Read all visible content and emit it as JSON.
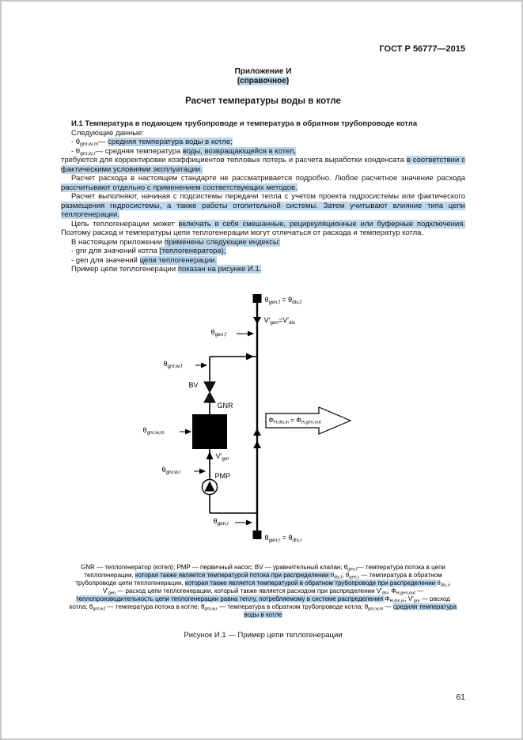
{
  "page": {
    "doc_number": "ГОСТ Р 56777—2015",
    "page_number": "61"
  },
  "appendix": {
    "label": "Приложение И",
    "type_segs": [
      {
        "t": "(справочное)",
        "h": true
      }
    ],
    "title": "Расчет температуры воды в котле"
  },
  "section": {
    "heading": "И.1 Температура в подающем трубопроводе и температура в обратном трубопроводе котла"
  },
  "body": {
    "paragraphs": [
      {
        "segs": [
          "Следующие данные:"
        ]
      },
      {
        "segs": [
          "- θ",
          {
            "t": "gnr,w,m",
            "k": "sub"
          },
          "— ",
          {
            "t": "средняя температура воды в котле;",
            "h": true
          }
        ]
      },
      {
        "segs": [
          "- θ",
          {
            "t": "gnr,w,r",
            "k": "sub"
          },
          "— средняя температура ",
          {
            "t": "воды, возвращающейся в котел,",
            "h": true
          }
        ]
      },
      {
        "segs": [
          "требуются для корректировки коэффициентов тепловых потерь и расчета выработки конденсата ",
          {
            "t": "в соответствии с фактическими условиями эксплуатации.",
            "h": true
          }
        ]
      },
      {
        "segs": [
          "Расчет расхода в настоящем стандарте не рассматривается подробно. Любое расчетное значение расхода ",
          {
            "t": "рассчитывают отдельно с применением соответствующих методов.",
            "h": true
          }
        ]
      },
      {
        "segs": [
          "Расчет выполняют, начиная с подсистемы передачи тепла с учетом проекта гидросистемы или фактического ",
          {
            "t": "размещения гидросистемы, а также работы отопительной системы. Затем учитывают влияние типа цепи теплогенерации.",
            "h": true
          }
        ]
      },
      {
        "segs": [
          "Цепь теплогенерации может ",
          {
            "t": "включать в себя смешанные, рециркуляционные или буферные подключения.",
            "h": true
          },
          " Поэтому расход и температуры цепи теплогенерации могут отличаться от расхода и температур котла."
        ]
      },
      {
        "segs": [
          "В настоящем приложении ",
          {
            "t": "применены следующие индексы:",
            "h": true
          }
        ]
      },
      {
        "segs": [
          "- gnr для значений котла ",
          {
            "t": "(теплогенератора);",
            "h": true
          }
        ]
      },
      {
        "segs": [
          "- gen для значений ",
          {
            "t": "цепи теплогенерации.",
            "h": true
          }
        ]
      },
      {
        "segs": [
          "Пример цепи теплогенерации ",
          {
            "t": "показан на рисунке И.1.",
            "h": true
          }
        ]
      }
    ]
  },
  "figure": {
    "labels": {
      "flow_top": [
        "θ",
        {
          "t": "gen,f",
          "k": "sub"
        },
        " = θ",
        {
          "t": "dis,f",
          "k": "sub"
        }
      ],
      "vgen": [
        "V′",
        {
          "t": "gen",
          "k": "sub"
        },
        "=V′",
        {
          "t": "dis",
          "k": "sub"
        }
      ],
      "gen_f": [
        "θ",
        {
          "t": "gen,f",
          "k": "sub"
        }
      ],
      "gnr_w_f": [
        "θ",
        {
          "t": "gnr,w,f",
          "k": "sub"
        }
      ],
      "bv": "BV",
      "gnr": "GNR",
      "gnr_w_m": [
        "θ",
        {
          "t": "gnr,w,m",
          "k": "sub"
        }
      ],
      "heat_flow": [
        "Φ",
        {
          "t": "H,dis,in",
          "k": "sub"
        },
        " = Φ",
        {
          "t": "H,gen,out",
          "k": "sub"
        }
      ],
      "vgnr": [
        "V′",
        {
          "t": "gnr",
          "k": "sub"
        }
      ],
      "gnr_w_r": [
        "θ",
        {
          "t": "gnr,w,r",
          "k": "sub"
        }
      ],
      "pmp": "PMP",
      "gen_r": [
        "θ",
        {
          "t": "gen,r",
          "k": "sub"
        }
      ],
      "return_bottom": [
        "θ",
        {
          "t": "gen,r",
          "k": "sub"
        },
        " = θ",
        {
          "t": "dis,r",
          "k": "sub"
        }
      ]
    },
    "caption_segs": [
      "GNR — теплогенератор (котел); PMP — первичный насос; BV — уравнительный клапан; θ",
      {
        "t": "gen,f",
        "k": "sub"
      },
      "— температура потока в цепи теплогенерации, ",
      {
        "t": "которая также является температурой потока при распределении ",
        "h": true
      },
      "θ",
      {
        "t": "dis,f",
        "k": "sub"
      },
      "; θ",
      {
        "t": "gen,r",
        "k": "sub"
      },
      " — температура в обратном трубопроводе цепи теплогенерации, ",
      {
        "t": "которая также является температурой в обратном трубопроводе при распределении ",
        "h": true
      },
      "θ",
      {
        "t": "dis,r",
        "k": "sub"
      },
      "; V′",
      {
        "t": "gen",
        "k": "sub"
      },
      " — расход цепи теплогенерации, который также является расходом при распределении V′",
      {
        "t": "dis",
        "k": "sub"
      },
      "; Φ",
      {
        "t": "H,gen,out",
        "k": "sub"
      },
      " — ",
      {
        "t": "теплопроизводительность цепи теплогенерации равна теплу, потребляемому в системе распределения ",
        "h": true
      },
      "Φ",
      {
        "t": "H,dis,in",
        "k": "sub"
      },
      "; V′",
      {
        "t": "gnr",
        "k": "sub"
      },
      " — расход котла; θ",
      {
        "t": "gnr,w,f",
        "k": "sub"
      },
      " — температура потока в котле; θ",
      {
        "t": "gnr,w,r",
        "k": "sub"
      },
      " — температура в обратном трубопроводе котла; θ",
      {
        "t": "gnr,w,m",
        "k": "sub"
      },
      " — ",
      {
        "t": "средняя температура воды в котле",
        "h": true
      }
    ],
    "title": "Рисунок И.1 — Пример цепи теплогенерации"
  },
  "colors": {
    "highlight": "#bcd6ec",
    "ink": "#151515"
  }
}
